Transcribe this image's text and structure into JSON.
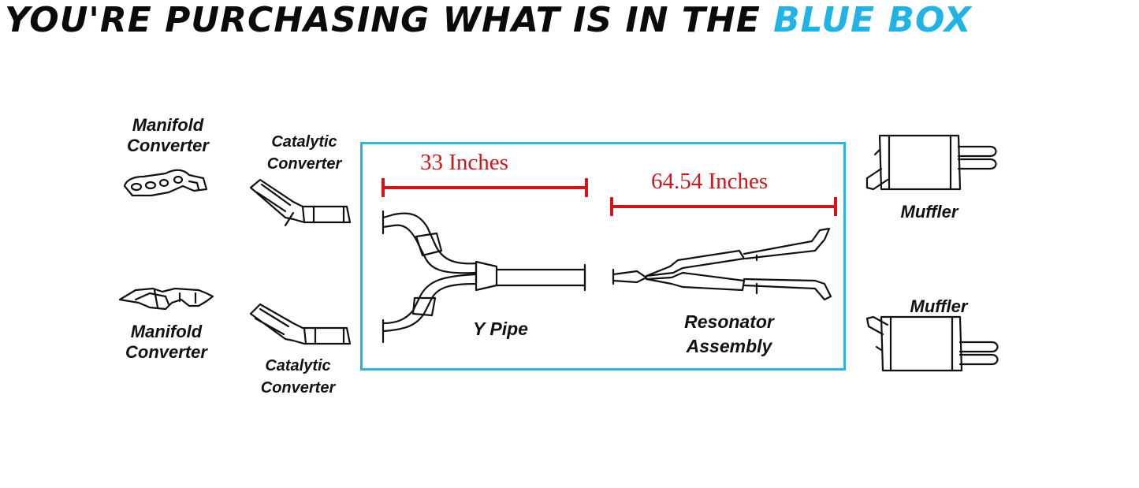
{
  "headline": {
    "text": "YOU'RE PURCHASING WHAT IS IN THE ",
    "highlight": "BLUE BOX",
    "highlight_color": "#1fb3e6"
  },
  "labels": {
    "manifold_top": [
      "Manifold",
      "Converter"
    ],
    "manifold_bottom": [
      "Manifold",
      "Converter"
    ],
    "catalytic_top": [
      "Catalytic",
      "Converter"
    ],
    "catalytic_bottom": [
      "Catalytic",
      "Converter"
    ],
    "y_pipe": "Y Pipe",
    "resonator": [
      "Resonator",
      "Assembly"
    ],
    "muffler_top": "Muffler",
    "muffler_bottom": "Muffler"
  },
  "measurements": {
    "y_pipe_length": "33 Inches",
    "resonator_length": "64.54 Inches",
    "color": "#d3151b"
  },
  "box_color": "#2cb4e0"
}
